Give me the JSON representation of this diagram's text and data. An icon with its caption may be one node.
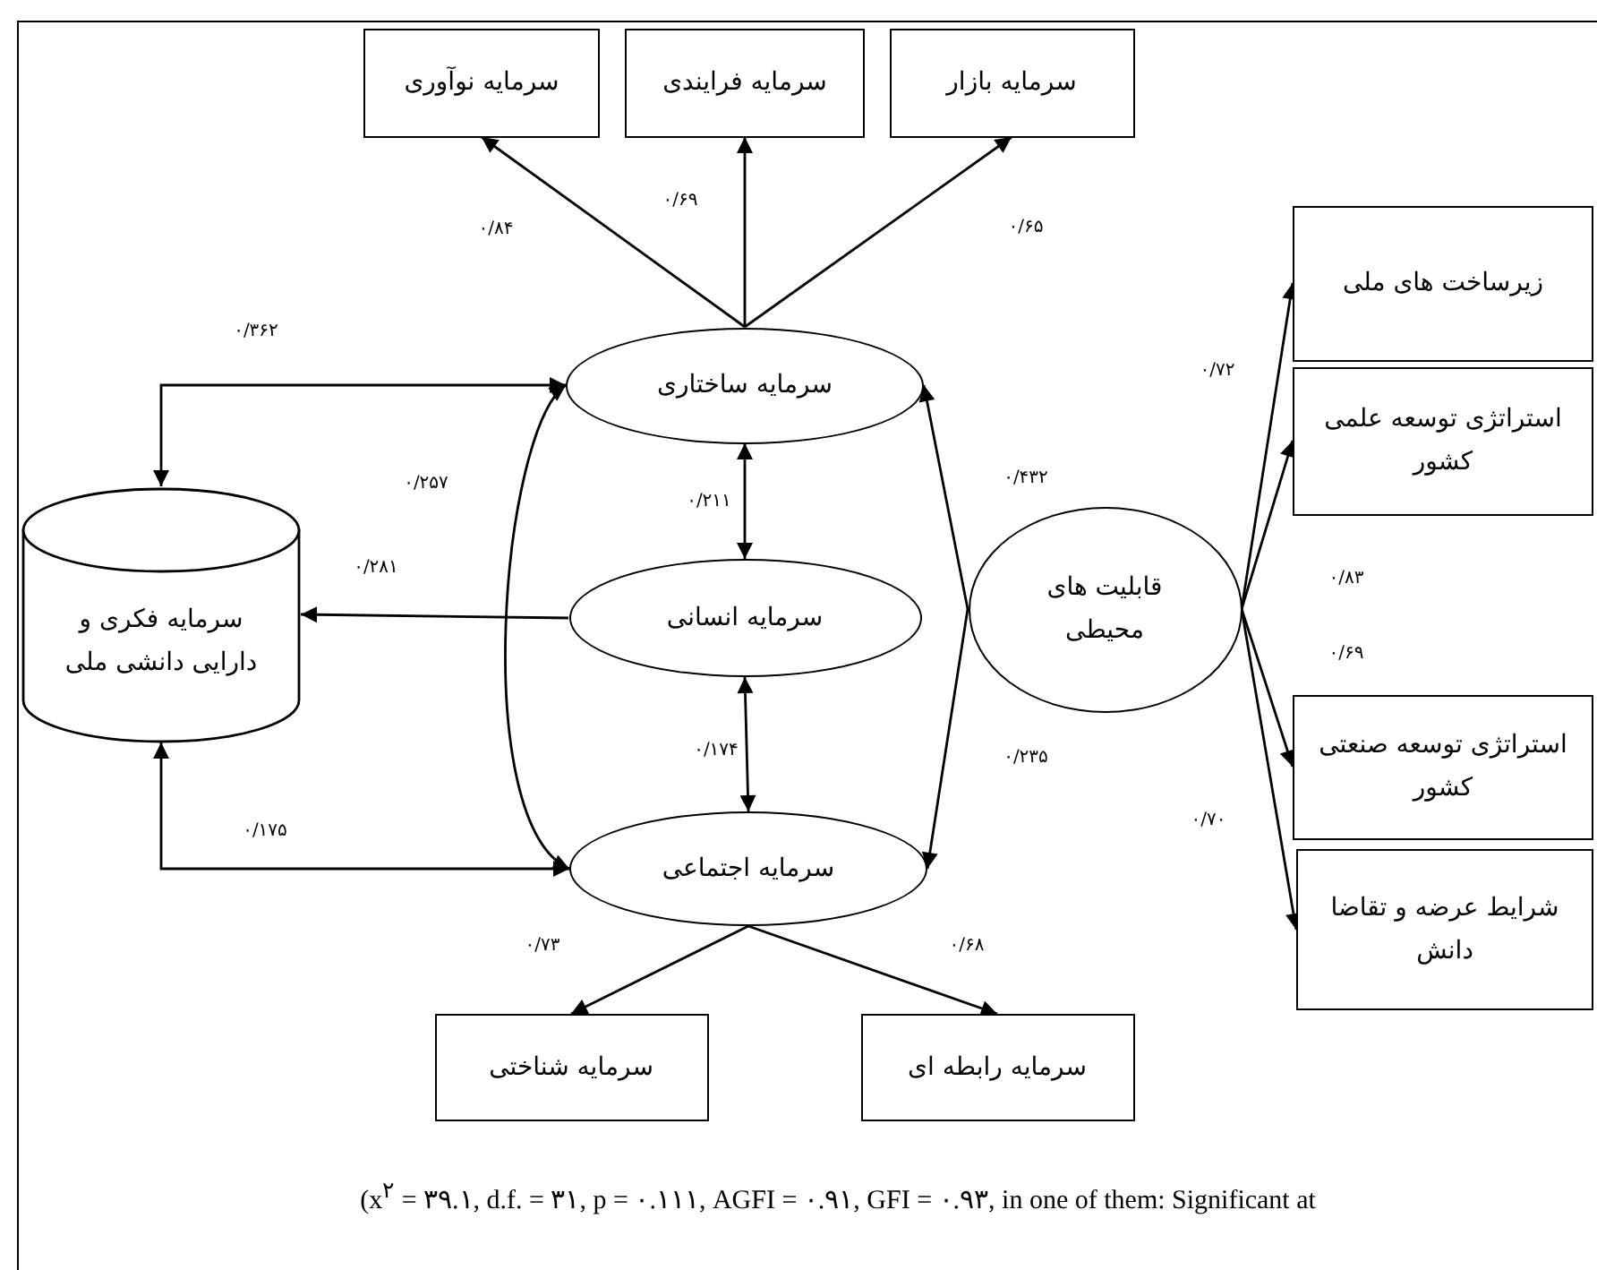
{
  "diagram": {
    "caption": "(x$^{۲}$ = ۳۹.۱, d.f. = ۳۱, p = ۰.۱۱۱, AGFI = ۰.۹۱, GFI = ۰.۹۳, in one of them: Significant at",
    "nodes": [
      {
        "text": [
          "سرمایه نوآوری"
        ]
      },
      {
        "text": [
          "سرمایه فرایندی"
        ]
      },
      {
        "text": [
          "سرمایه بازار"
        ]
      },
      {
        "text": [
          "سرمایه ساختاری"
        ]
      },
      {
        "text": [
          "سرمایه انسانی"
        ]
      },
      {
        "text": [
          "سرمایه اجتماعی"
        ]
      },
      {
        "text": [
          "سرمایه فکری و دارایی دانشی ملی"
        ]
      },
      {
        "text": [
          "قابلیت های محیطی"
        ]
      },
      {
        "text": [
          "زیرساخت های ملی"
        ]
      },
      {
        "text": [
          "استراتژی توسعه علمی کشور"
        ]
      },
      {
        "text": [
          "استراتژی توسعه صنعتی کشور"
        ]
      },
      {
        "text": [
          "شرایط عرضه و تقاضا دانش"
        ]
      },
      {
        "text": [
          "سرمایه شناختی"
        ]
      },
      {
        "text": [
          "سرمایه رابطه ای"
        ]
      }
    ],
    "edges": [
      {
        "from": 3,
        "to": 0,
        "arrow": "to",
        "label": "۰/۸۴"
      },
      {
        "from": 3,
        "to": 1,
        "arrow": "to",
        "label": "۰/۶۹"
      },
      {
        "from": 3,
        "to": 2,
        "arrow": "to",
        "label": "۰/۶۵"
      },
      {
        "from": 6,
        "to": 3,
        "arrow": "both",
        "label": "۰/۳۶۲"
      },
      {
        "from": 4,
        "to": 6,
        "arrow": "to",
        "label": "۰/۲۸۱"
      },
      {
        "from": 6,
        "to": 5,
        "arrow": "both",
        "label": "۰/۱۷۵"
      },
      {
        "from": 3,
        "to": 5,
        "arrow": "both",
        "label": "۰/۲۵۷"
      },
      {
        "from": 3,
        "to": 4,
        "arrow": "both",
        "label": "۰/۲۱۱"
      },
      {
        "from": 4,
        "to": 5,
        "arrow": "both",
        "label": "۰/۱۷۴"
      },
      {
        "from": 7,
        "to": 3,
        "arrow": "to",
        "label": "۰/۴۳۲"
      },
      {
        "from": 7,
        "to": 5,
        "arrow": "to",
        "label": "۰/۲۳۵"
      },
      {
        "from": 7,
        "to": 8,
        "arrow": "to",
        "label": "۰/۷۲"
      },
      {
        "from": 7,
        "to": 9,
        "arrow": "to",
        "label": "۰/۸۳"
      },
      {
        "from": 7,
        "to": 10,
        "arrow": "to",
        "label": "۰/۶۹"
      },
      {
        "from": 7,
        "to": 11,
        "arrow": "to",
        "label": "۰/۷۰"
      },
      {
        "from": 5,
        "to": 12,
        "arrow": "to",
        "label": "۰/۷۳"
      },
      {
        "from": 5,
        "to": 13,
        "arrow": "to",
        "label": "۰/۶۸"
      }
    ]
  }
}
